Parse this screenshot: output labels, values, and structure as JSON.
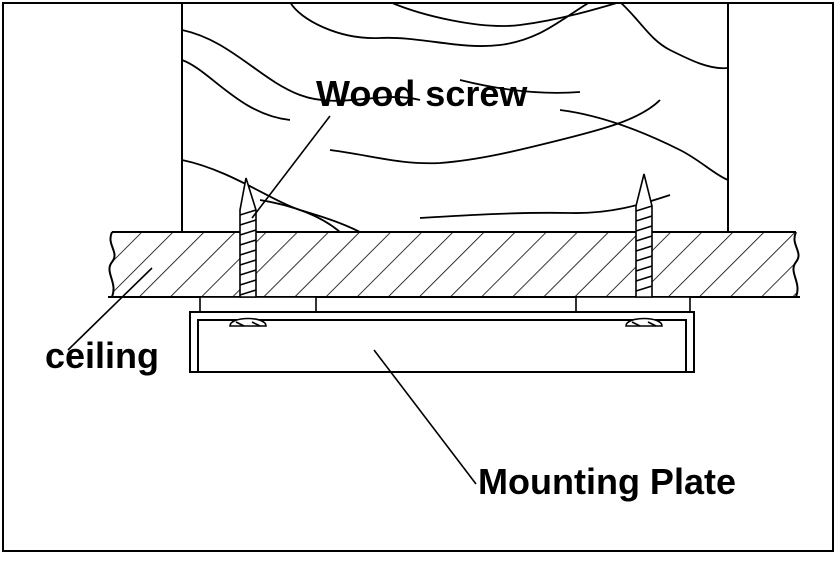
{
  "labels": {
    "wood_screw": "Wood screw",
    "ceiling": "ceiling",
    "mounting_plate": "Mounting Plate"
  },
  "colors": {
    "line": "#000000",
    "background": "#ffffff"
  }
}
